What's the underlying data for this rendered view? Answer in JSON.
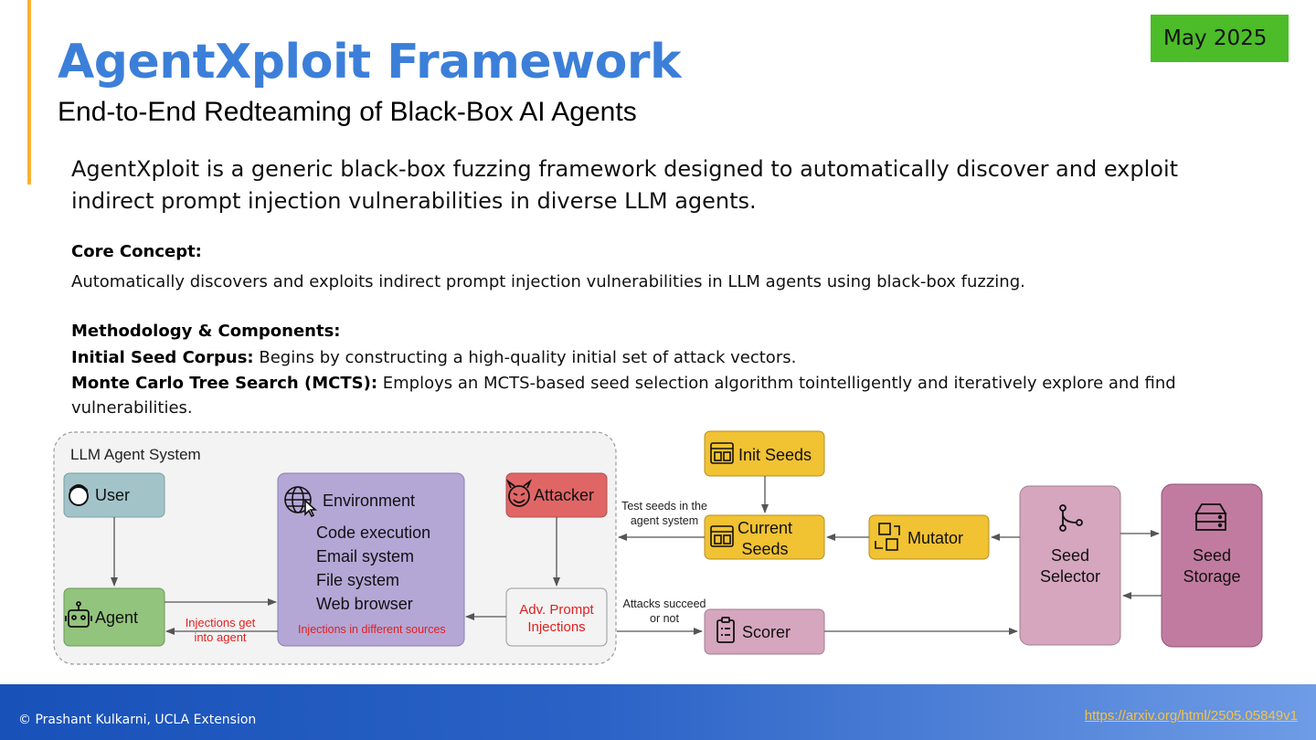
{
  "header": {
    "date": "May 2025",
    "title": "AgentXploit Framework",
    "subtitle": "End-to-End Redteaming of Black-Box AI Agents"
  },
  "intro": "AgentXploit is a generic black-box fuzzing framework designed to automatically discover and exploit indirect prompt injection vulnerabilities in diverse LLM agents.",
  "core": {
    "label": "Core Concept:",
    "text": "Automatically discovers and exploits indirect prompt injection vulnerabilities in LLM agents using black-box fuzzing."
  },
  "methodology": {
    "label": "Methodology & Components:",
    "items": [
      {
        "term": "Initial Seed Corpus:",
        "text": " Begins by constructing a high-quality initial set of attack vectors."
      },
      {
        "term": "Monte Carlo Tree Search (MCTS):",
        "text": " Employs an MCTS-based seed selection algorithm tointelligently and iteratively explore and find vulnerabilities."
      }
    ]
  },
  "diagram": {
    "system_label": "LLM Agent System",
    "user": "User",
    "agent": "Agent",
    "environment": {
      "title": "Environment",
      "items": [
        "Code execution",
        "Email system",
        "File system",
        "Web browser"
      ],
      "note": "Injections in different sources"
    },
    "attacker": "Attacker",
    "adv_prompt": [
      "Adv. Prompt",
      "Injections"
    ],
    "injections_get": [
      "Injections get",
      "into agent"
    ],
    "init_seeds": "Init Seeds",
    "current_seeds": [
      "Current",
      "Seeds"
    ],
    "mutator": "Mutator",
    "seed_selector": [
      "Seed",
      "Selector"
    ],
    "seed_storage": [
      "Seed",
      "Storage"
    ],
    "scorer": "Scorer",
    "test_seeds": [
      "Test seeds in the",
      "agent system"
    ],
    "attacks_succeed": [
      "Attacks succeed",
      "or not"
    ],
    "colors": {
      "user": "#a2c4c9",
      "agent": "#93c47d",
      "environment": "#b4a7d6",
      "attacker": "#e06666",
      "adv": "#f3f3f3",
      "seeds": "#f1c232",
      "selector": "#d5a6bd",
      "storage": "#c27ba0",
      "red_text": "#e02020"
    }
  },
  "footer": {
    "copyright": "© Prashant Kulkarni, UCLA Extension",
    "link": "https://arxiv.org/html/2505.05849v1"
  }
}
